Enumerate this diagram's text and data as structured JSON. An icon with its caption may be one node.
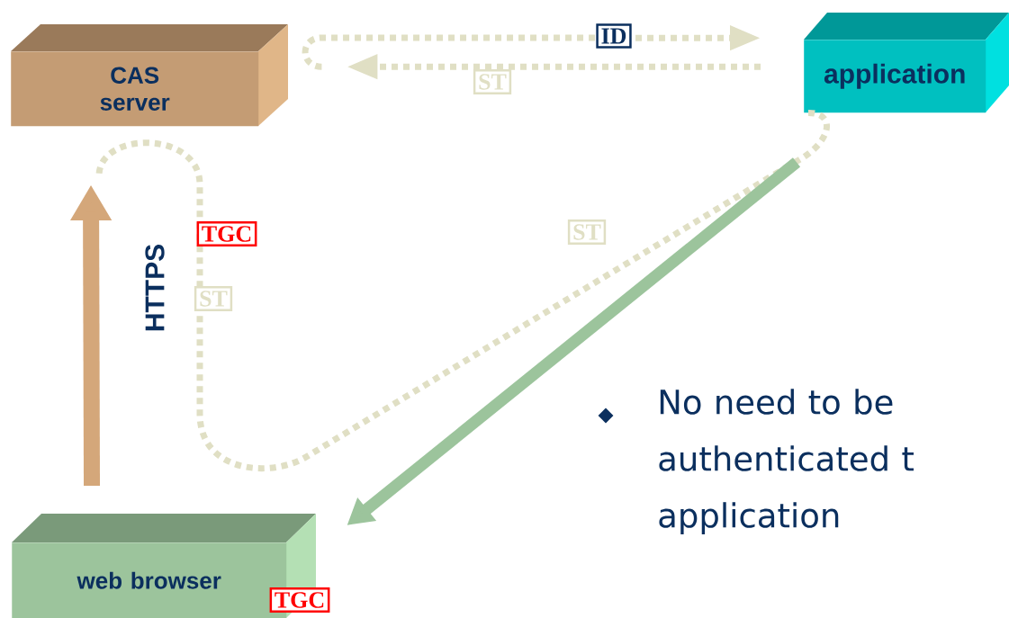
{
  "diagram": {
    "nodes": [
      {
        "text": [
          "CAS server"
        ]
      },
      {
        "text": [
          "application"
        ]
      },
      {
        "text": [
          "web browser"
        ],
        "beside": [
          "TGC"
        ]
      }
    ],
    "edges": [
      {
        "from": 0,
        "to": 1,
        "arrow": "to",
        "label": "ID",
        "style": "dashed",
        "color": "#e0dfc4"
      },
      {
        "from": 1,
        "to": 0,
        "arrow": "to",
        "label": "ST",
        "style": "dashed",
        "color": "#e0dfc4"
      },
      {
        "from": 1,
        "to": 0,
        "arrow": "none",
        "label": "ST",
        "style": "dashed",
        "color": "#e0dfc4"
      },
      {
        "from": 2,
        "to": 0,
        "arrow": "to",
        "label": "HTTPS",
        "style": "thick",
        "color": "#d4a77a"
      },
      {
        "from": 1,
        "to": 2,
        "arrow": "to",
        "style": "thick",
        "color": "#9cc49c"
      }
    ],
    "labels": [
      "TGC",
      "ST",
      "No need to be authenticated t application"
    ]
  }
}
